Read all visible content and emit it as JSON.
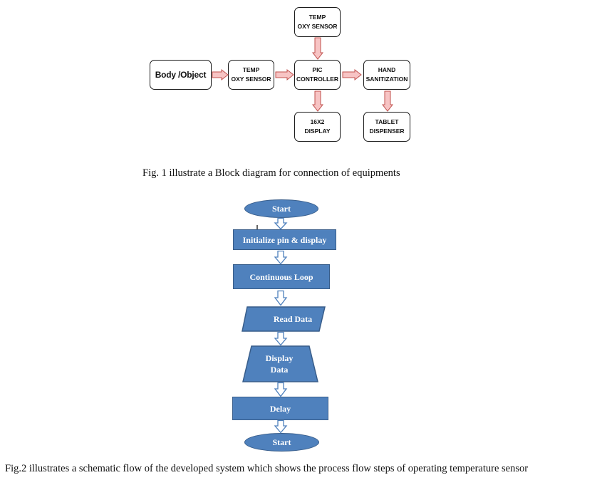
{
  "block_diagram": {
    "nodes": {
      "body_object": "Body /Object",
      "temp_oxy_sensor_left": "TEMP\nOXY SENSOR",
      "temp_oxy_sensor_top": "TEMP\nOXY SENSOR",
      "pic_controller": "PIC\nCONTROLLER",
      "hand_sanitization": "HAND\nSANITIZATION",
      "display_16x2": "16X2\nDISPLAY",
      "tablet_dispenser": "TABLET\nDISPENSER"
    },
    "edges": [
      [
        "body_object",
        "temp_oxy_sensor_left"
      ],
      [
        "temp_oxy_sensor_left",
        "pic_controller"
      ],
      [
        "temp_oxy_sensor_top",
        "pic_controller"
      ],
      [
        "pic_controller",
        "hand_sanitization"
      ],
      [
        "pic_controller",
        "display_16x2"
      ],
      [
        "hand_sanitization",
        "tablet_dispenser"
      ]
    ],
    "caption": "Fig. 1 illustrate a Block diagram for connection of equipments"
  },
  "flowchart": {
    "steps": {
      "start_top": "Start",
      "initialize": "Initialize pin & display",
      "loop": "Continuous Loop",
      "read": "Read Data",
      "display": "Display\nData",
      "delay": "Delay",
      "start_bottom": "Start"
    },
    "caption": "Fig.2 illustrates a schematic flow of the developed system which shows the process flow steps of operating temperature sensor"
  },
  "colors": {
    "block_arrow_fill": "#f7c4c4",
    "block_arrow_stroke": "#c0504d",
    "flow_fill": "#4f81bd",
    "flow_stroke": "#385d8a"
  }
}
